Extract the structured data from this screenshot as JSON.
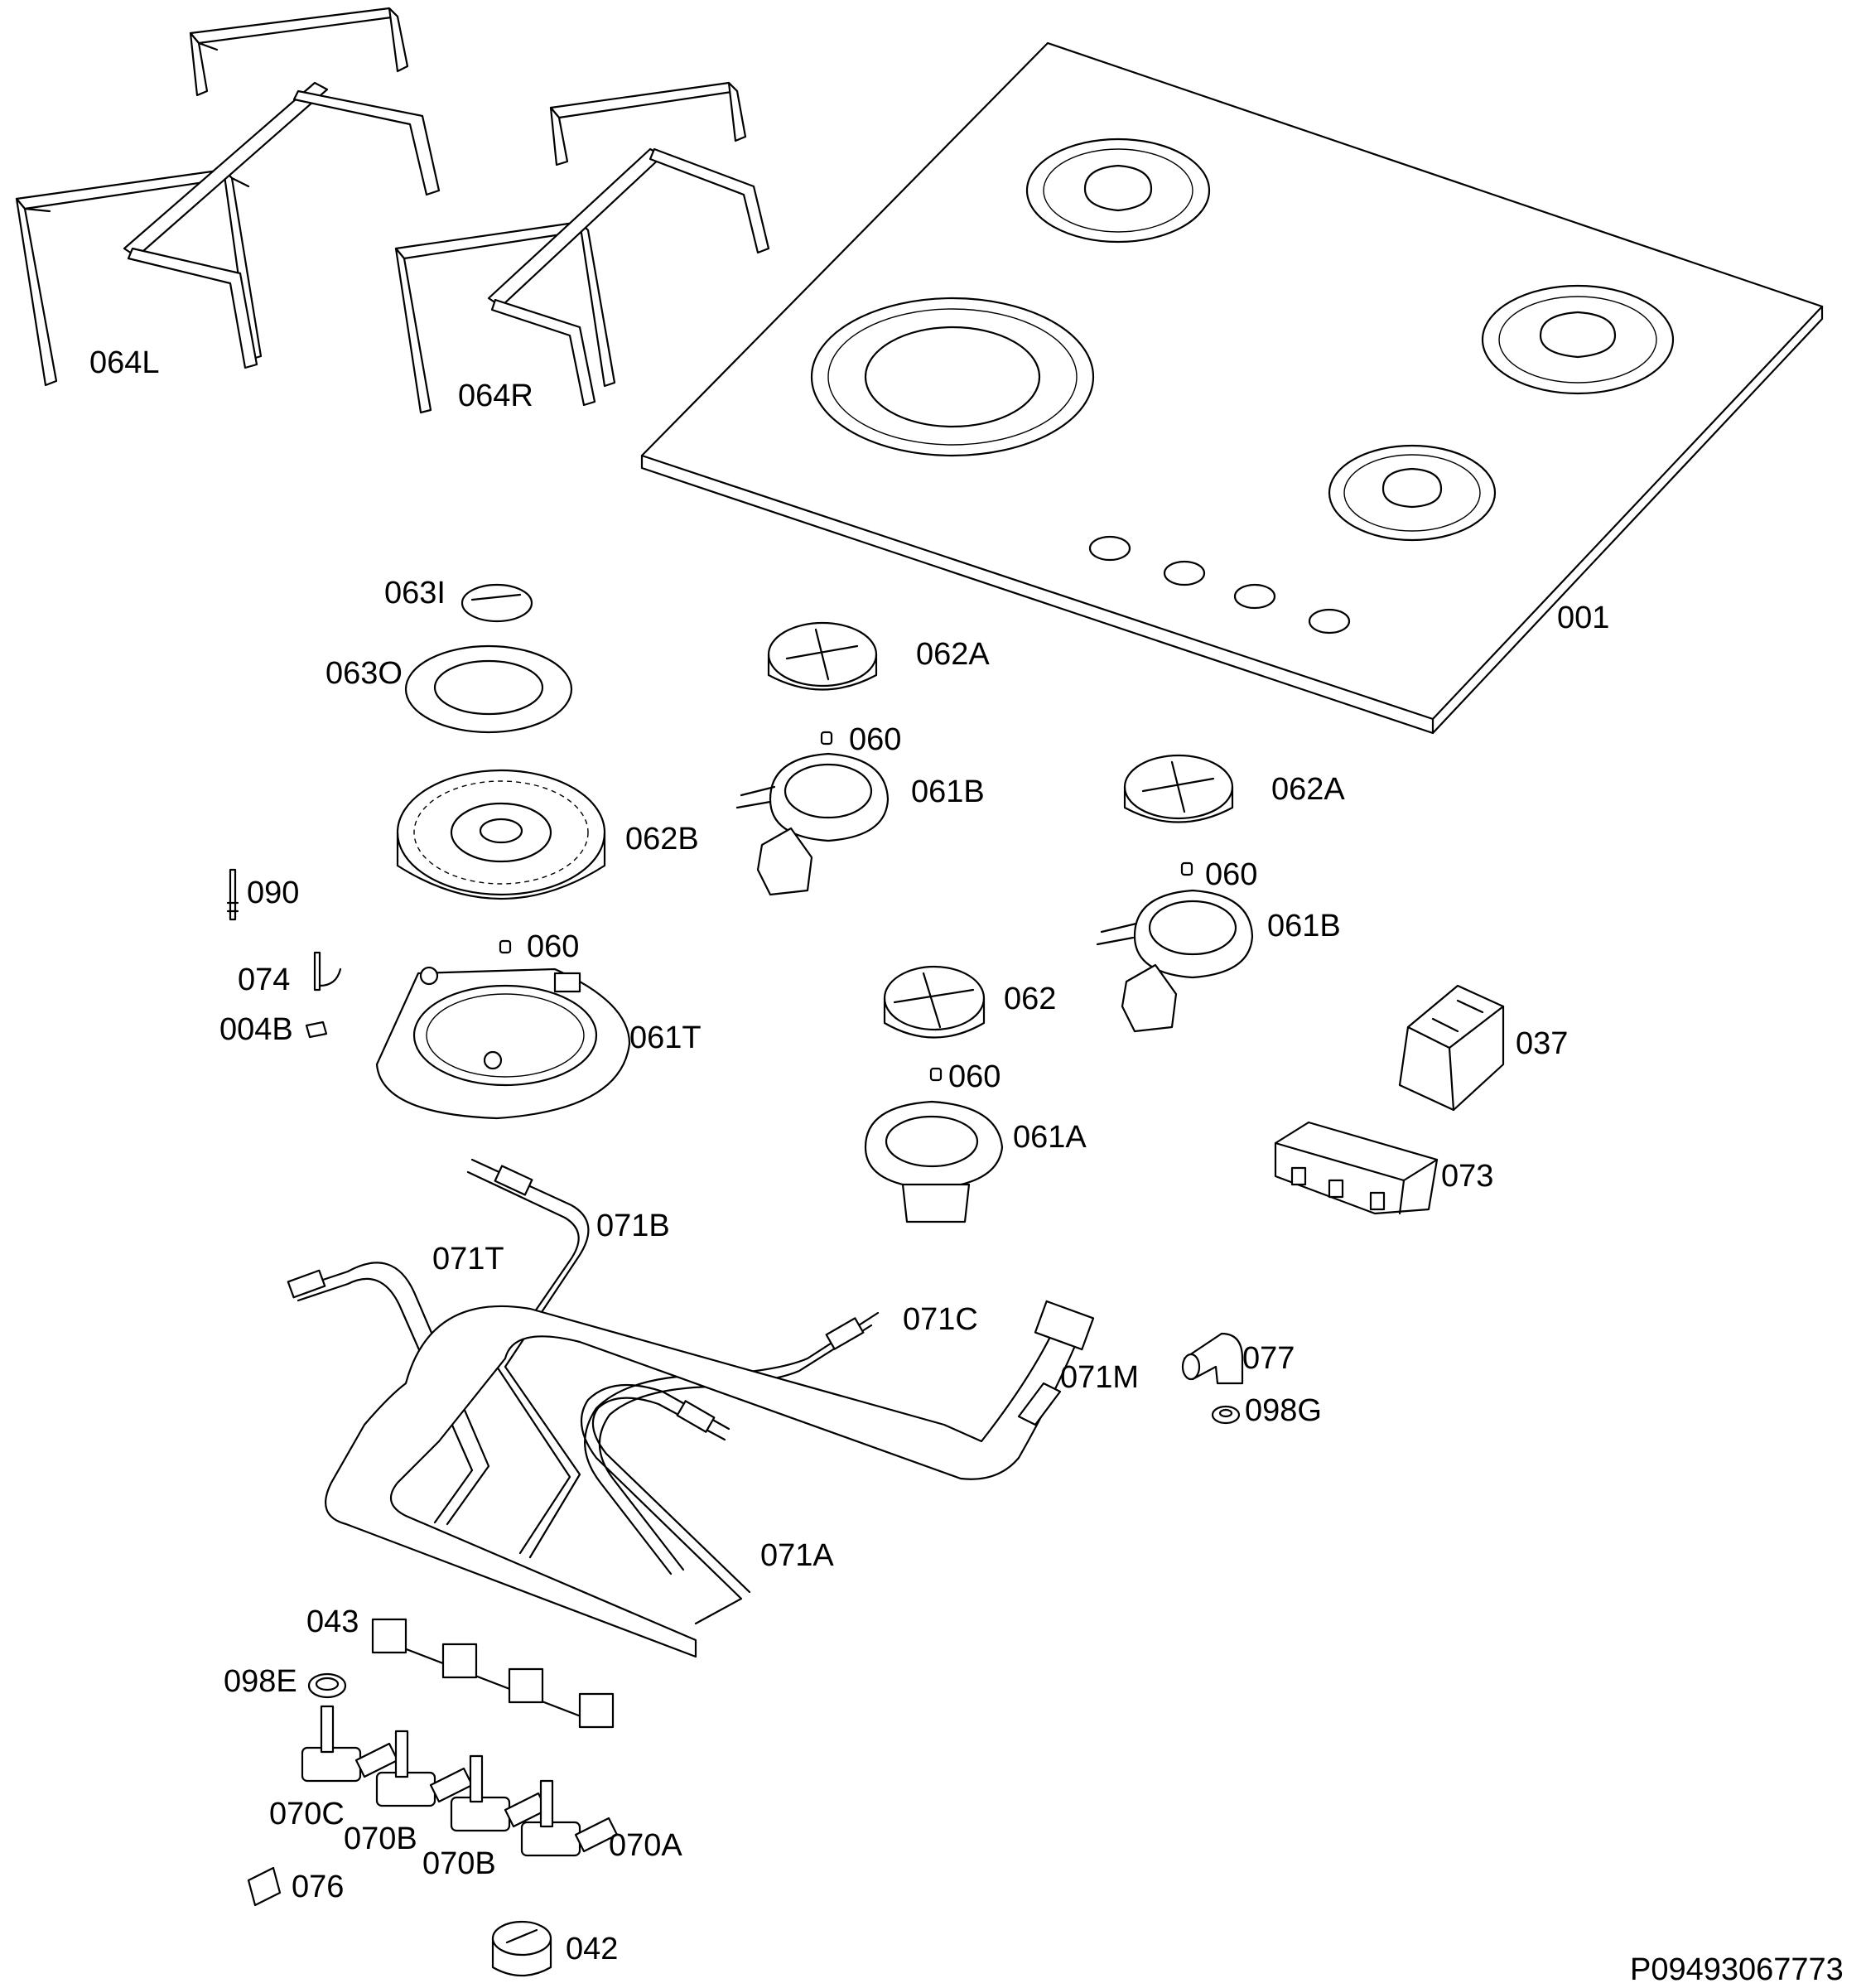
{
  "labels": {
    "l064L": "064L",
    "l064R": "064R",
    "l001": "001",
    "l063I": "063I",
    "l063O": "063O",
    "l062A_1": "062A",
    "l060_1": "060",
    "l061B_1": "061B",
    "l062A_2": "062A",
    "l060_2": "060",
    "l061B_2": "061B",
    "l062B": "062B",
    "l090": "090",
    "l060_3": "060",
    "l074": "074",
    "l004B": "004B",
    "l061T": "061T",
    "l062": "062",
    "l060_4": "060",
    "l037": "037",
    "l061A": "061A",
    "l073": "073",
    "l071B": "071B",
    "l071T": "071T",
    "l071C": "071C",
    "l077": "077",
    "l071M": "071M",
    "l098G": "098G",
    "l071A": "071A",
    "l043": "043",
    "l098E": "098E",
    "l070C": "070C",
    "l070B_1": "070B",
    "l070B_2": "070B",
    "l070A": "070A",
    "l076": "076",
    "l042": "042",
    "drawing_id": "P09493067773"
  }
}
